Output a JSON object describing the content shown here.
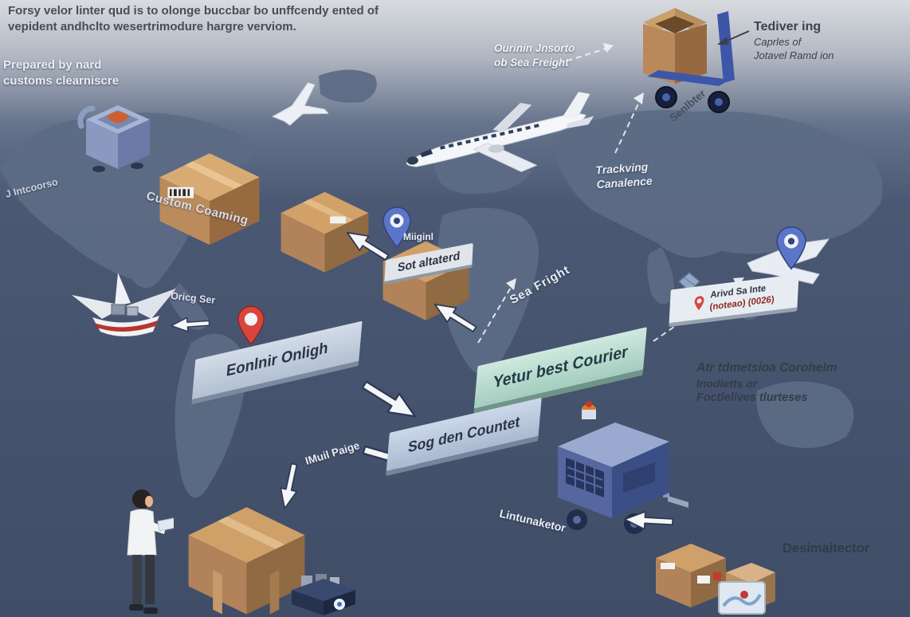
{
  "colors": {
    "ocean": "#44526c",
    "land": "#5d6b85",
    "cardboard": "#c79a66",
    "banner_blue": "#c8d4e4",
    "banner_teal": "#bfe0d4",
    "pin_red": "#d9453c",
    "pin_blue": "#5b76c9",
    "machine_blue": "#54669c"
  },
  "header": {
    "line1": "Forsy velor linter qud is to olonge buccbar bo unffcendy ented of",
    "line2": "vepident andhclto wesertrimodure hargre verviom."
  },
  "notes": {
    "prepared_line1": "Prepared by nard",
    "prepared_line2": "customs clearniscre",
    "intcoorso": "J Intcoorso",
    "custom_coaming": "Custom Coaming",
    "origin_line1": "Ourinin Jnsorto",
    "origin_line2": "ob  Sea Freight",
    "tediver_line1": "Tediver ing",
    "tediver_line2": "Caprles of",
    "tediver_line3": "Jotavel Ramd ion",
    "senlbter": "Senlbter",
    "tracking_line1": "Trackving",
    "tracking_line2": "Canalence",
    "miiginl": "Miiginl",
    "sea_fright": "Sea Fright",
    "oricg_ser": "Oricg Ser",
    "atr_line1": "Atr tdmetsioa Corohelm",
    "atr_line2": "Inodletts or",
    "atr_line3": "Foctlelives tlurteses",
    "imuil": "IMuil Paige",
    "lintunaketor": "Lintunaketor",
    "desimaitector": "Desimaitector"
  },
  "banners": {
    "sot_altaterd": "Sot altaterd",
    "eonlnir": "Eonlnir Onligh",
    "courier": "Yetur best Courier",
    "sog_den": "Sog den Countet",
    "arivd_line1": "Arivd Sa Inte",
    "arivd_line2": "(noteao) (0026)"
  },
  "icons": {
    "airplane": "jet airplane",
    "small_plane": "small airplane",
    "location_pin": "map location pin",
    "hand_truck": "box on hand truck",
    "forklift": "warehouse robot forklift",
    "boat": "winged cargo boat",
    "person": "worker holding document",
    "boxes": "cardboard shipping boxes",
    "diamond": "package gem marker",
    "map_card": "small folded map"
  }
}
